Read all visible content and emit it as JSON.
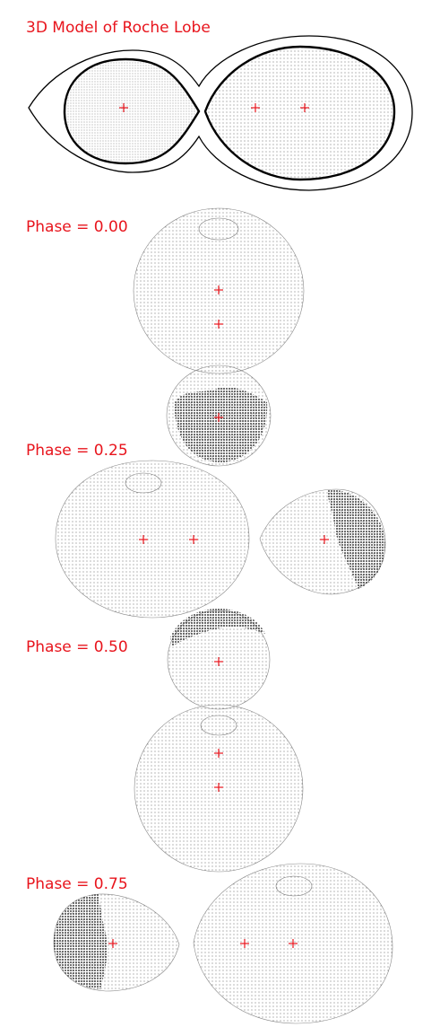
{
  "title": "3D Model of Roche Lobe",
  "phases": [
    {
      "label": "Phase = 0.00"
    },
    {
      "label": "Phase = 0.25"
    },
    {
      "label": "Phase = 0.50"
    },
    {
      "label": "Phase = 0.75"
    }
  ],
  "colors": {
    "label": "#e8141c",
    "marker": "#e8141c",
    "outline": "#000000",
    "mesh": "#555555",
    "shadow": "#111111",
    "background": "#ffffff"
  }
}
